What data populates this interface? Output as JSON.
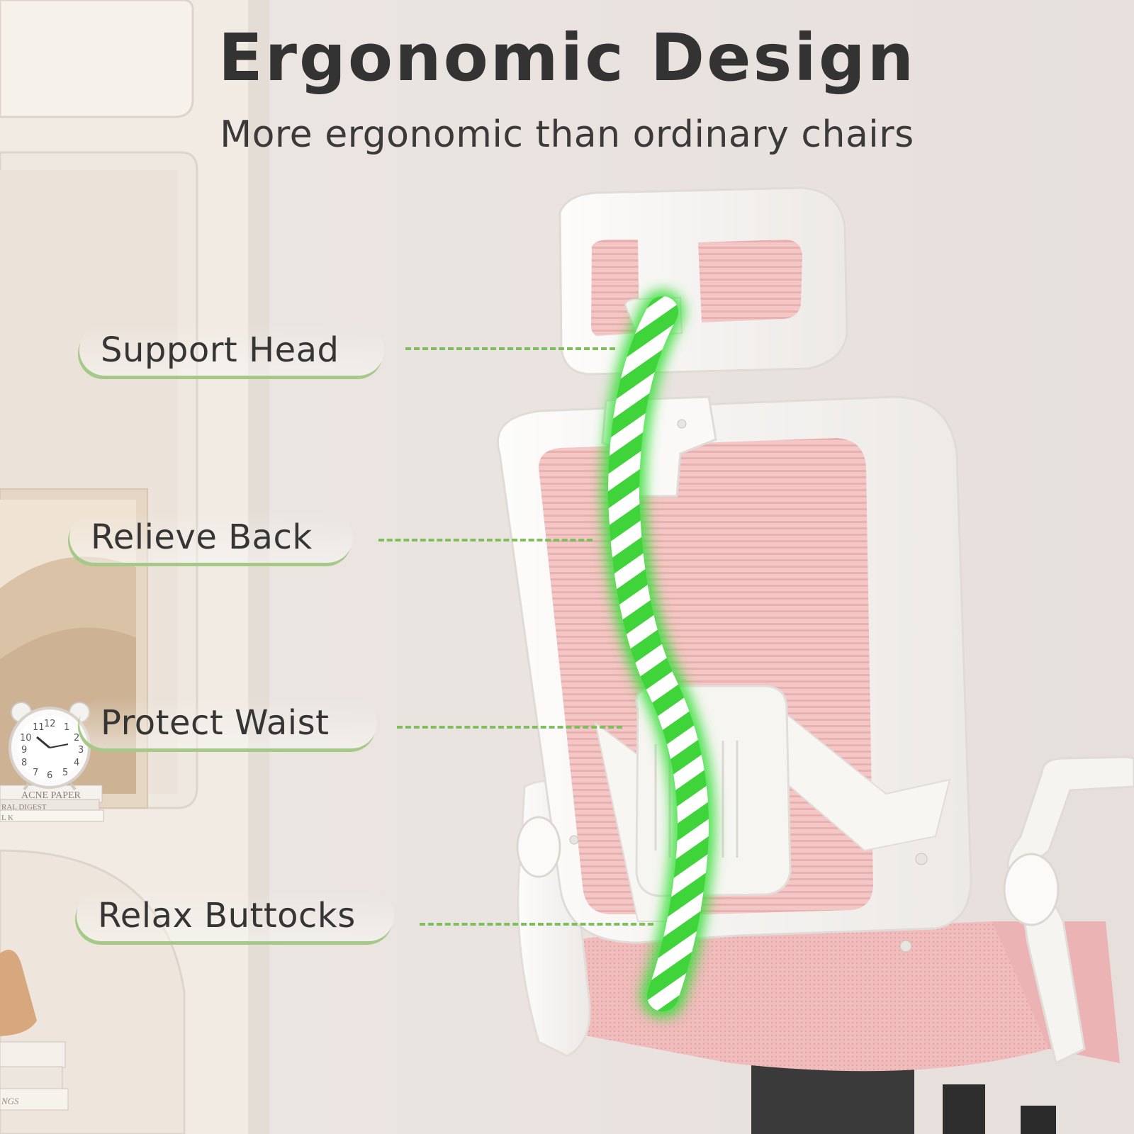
{
  "header": {
    "title": "Ergonomic Design",
    "subtitle": "More ergonomic than ordinary chairs"
  },
  "callouts": [
    {
      "label": "Support Head"
    },
    {
      "label": "Relieve Back"
    },
    {
      "label": "Protect Waist"
    },
    {
      "label": "Relax Buttocks"
    }
  ],
  "colors": {
    "accent_green": "#7fbe5c",
    "chair_pink": "#f2c4c4",
    "frame_white": "#fbfaf8",
    "text_dark": "#333333"
  },
  "scene_text": {
    "book_top": "ACNE PAPER",
    "book_mid": "RAL DIGEST",
    "book_bottom": "L K",
    "book_lower": "NGS",
    "clock_12": "12",
    "clock_11": "11",
    "clock_10": "10",
    "clock_9": "9",
    "clock_8": "8",
    "clock_7": "7",
    "clock_6": "6",
    "clock_5": "5",
    "clock_4": "4",
    "clock_3": "3",
    "clock_2": "2",
    "clock_1": "1"
  }
}
